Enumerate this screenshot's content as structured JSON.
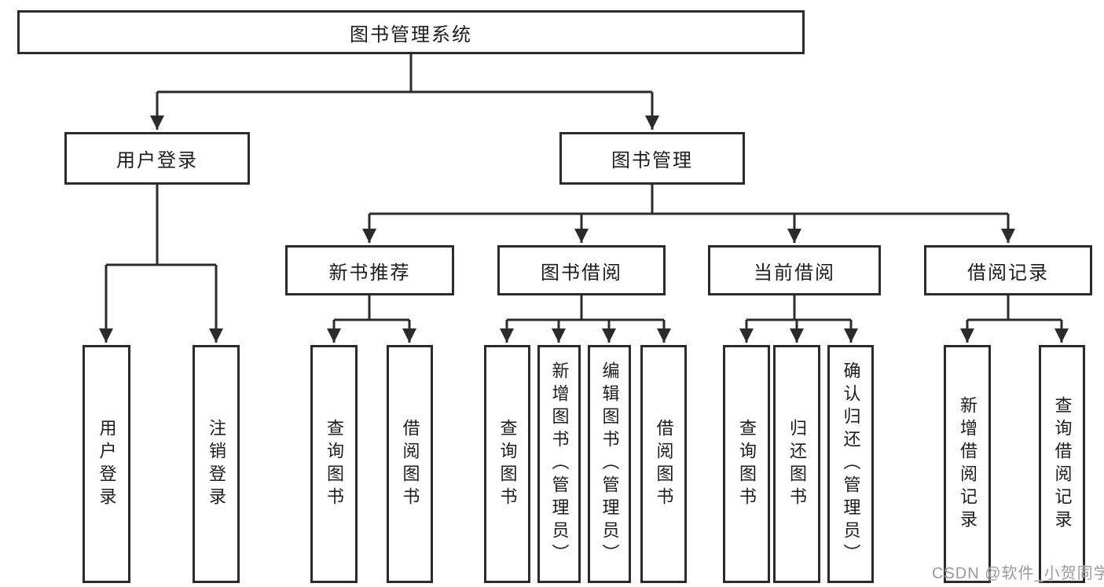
{
  "colors": {
    "line": "#2b2b2b",
    "box_border": "#2b2b2b",
    "box_background": "#ffffff",
    "text": "#1d1d1f",
    "watermark": "#9a9a9a"
  },
  "tree": {
    "label": "图书管理系统",
    "children": [
      {
        "label": "用户登录",
        "children": [
          {
            "label": "用户登录"
          },
          {
            "label": "注销登录"
          }
        ]
      },
      {
        "label": "图书管理",
        "children": [
          {
            "label": "新书推荐",
            "children": [
              {
                "label": "查询图书"
              },
              {
                "label": "借阅图书"
              }
            ]
          },
          {
            "label": "图书借阅",
            "children": [
              {
                "label": "查询图书"
              },
              {
                "label": "新增图书（管理员）"
              },
              {
                "label": "编辑图书（管理员）"
              },
              {
                "label": "借阅图书"
              }
            ]
          },
          {
            "label": "当前借阅",
            "children": [
              {
                "label": "查询图书"
              },
              {
                "label": "归还图书"
              },
              {
                "label": "确认归还（管理员）"
              }
            ]
          },
          {
            "label": "借阅记录",
            "children": [
              {
                "label": "新增借阅记录"
              },
              {
                "label": "查询借阅记录"
              }
            ]
          }
        ]
      }
    ]
  },
  "watermark": "CSDN @软件_小贺同学"
}
